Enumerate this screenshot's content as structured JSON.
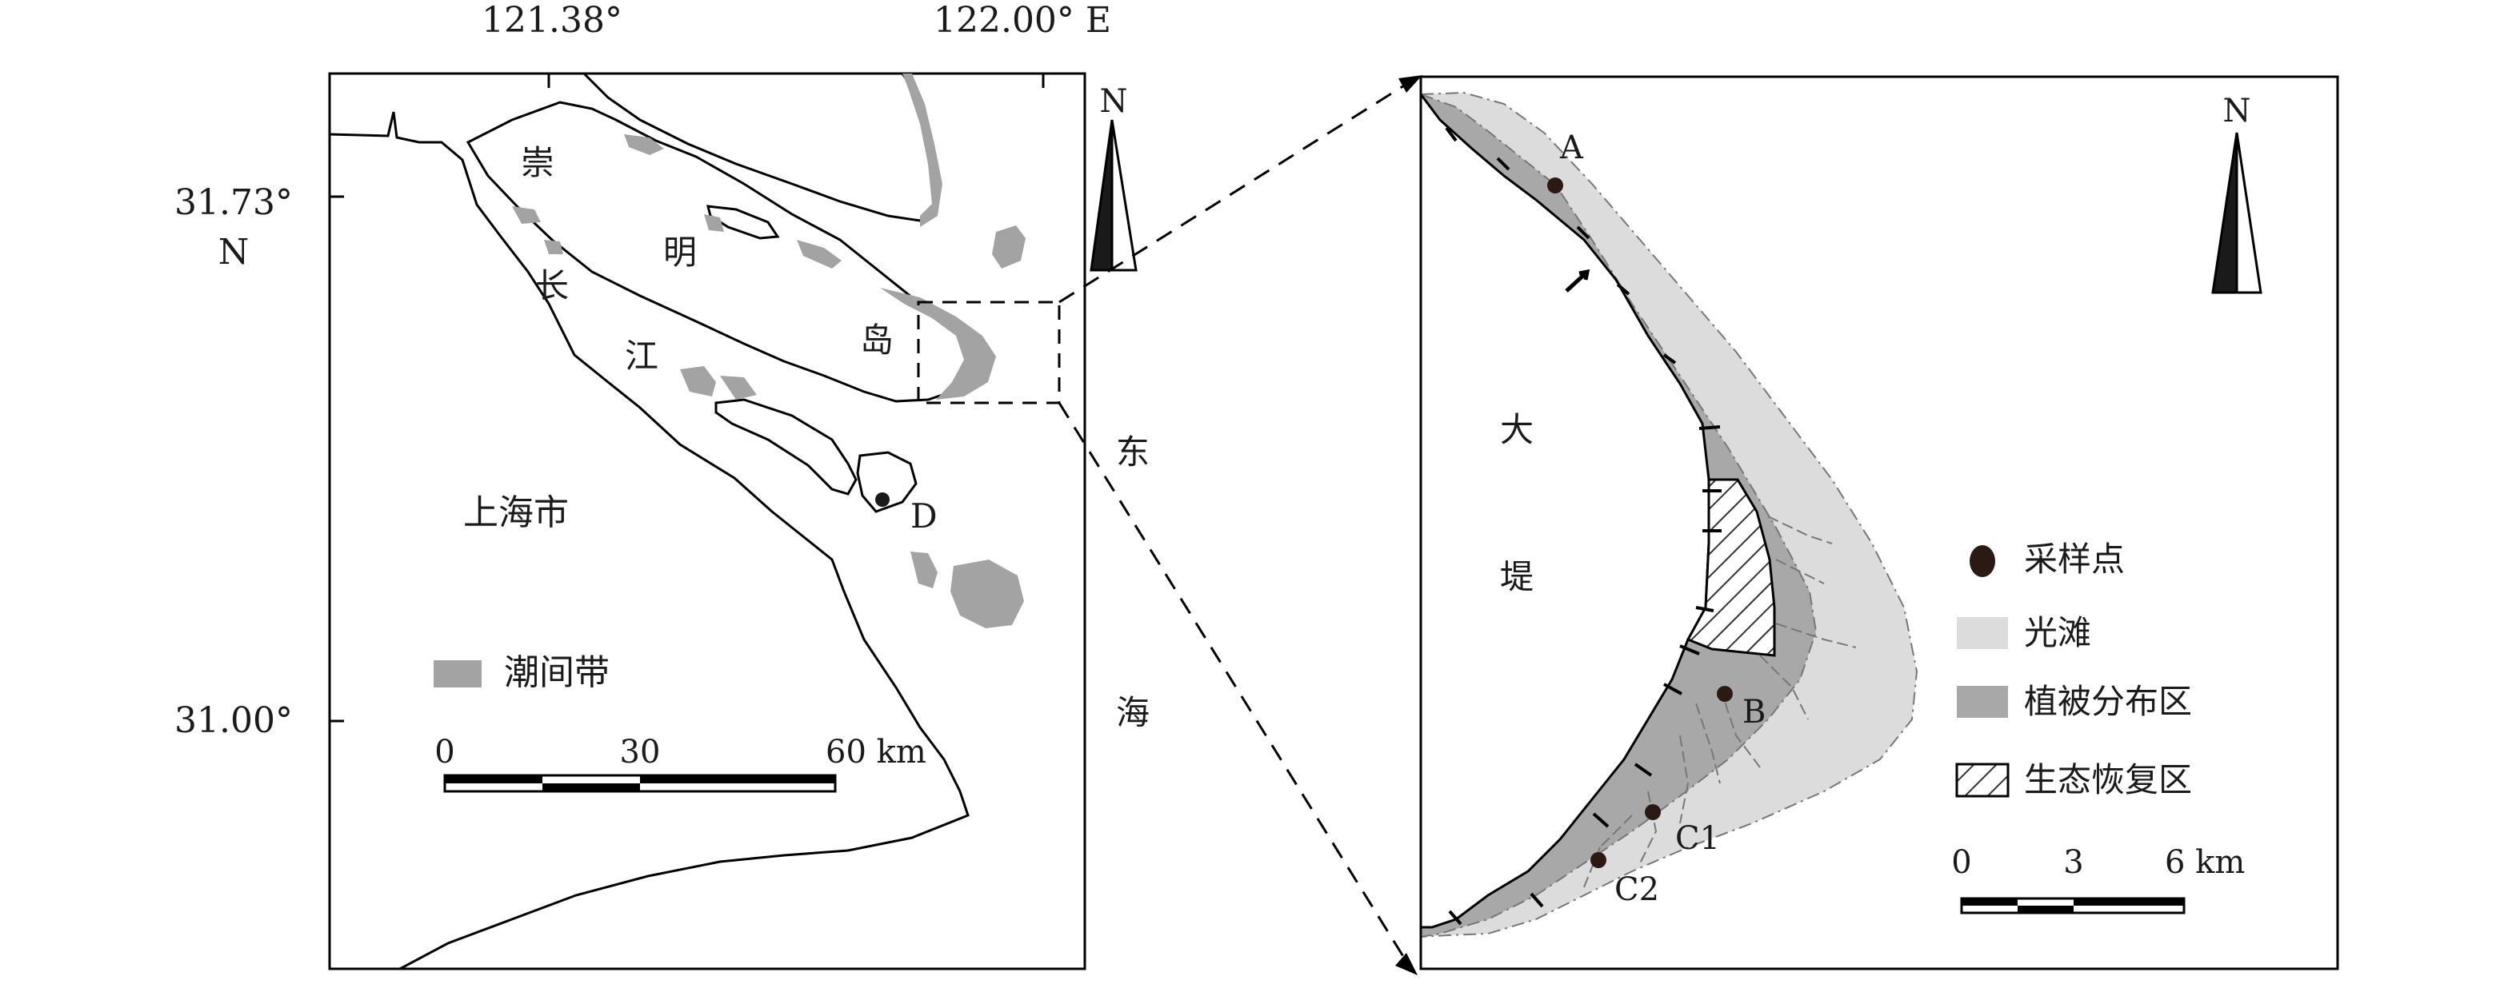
{
  "left_map": {
    "longitudes": [
      "121.38°",
      "122.00° E"
    ],
    "latitudes": [
      {
        "value": "31.73°",
        "hemisphere": "N"
      },
      {
        "value": "31.00°"
      }
    ],
    "labels": {
      "island_chars": [
        "崇",
        "明",
        "岛"
      ],
      "river_chars": [
        "长",
        "江"
      ],
      "city": "上海市",
      "sea_chars": [
        "东",
        "海"
      ],
      "site": "D"
    },
    "legend": {
      "label": "潮间带",
      "color": "#a3a3a3"
    },
    "scale": {
      "ticks": [
        "0",
        "30",
        "60 km"
      ]
    },
    "north": "N"
  },
  "right_map": {
    "labels": {
      "dike_chars": [
        "大",
        "堤"
      ]
    },
    "sites": [
      "A",
      "B",
      "C1",
      "C2"
    ],
    "legend": [
      {
        "label": "采样点",
        "kind": "dot",
        "color": "#2b1a14"
      },
      {
        "label": "光滩",
        "kind": "patch",
        "color": "#dcdcdc"
      },
      {
        "label": "植被分布区",
        "kind": "patch",
        "color": "#a8a8a8"
      },
      {
        "label": "生态恢复区",
        "kind": "hatch",
        "color": "#555555"
      }
    ],
    "scale": {
      "ticks": [
        "0",
        "3",
        "6 km"
      ]
    },
    "north": "N"
  }
}
